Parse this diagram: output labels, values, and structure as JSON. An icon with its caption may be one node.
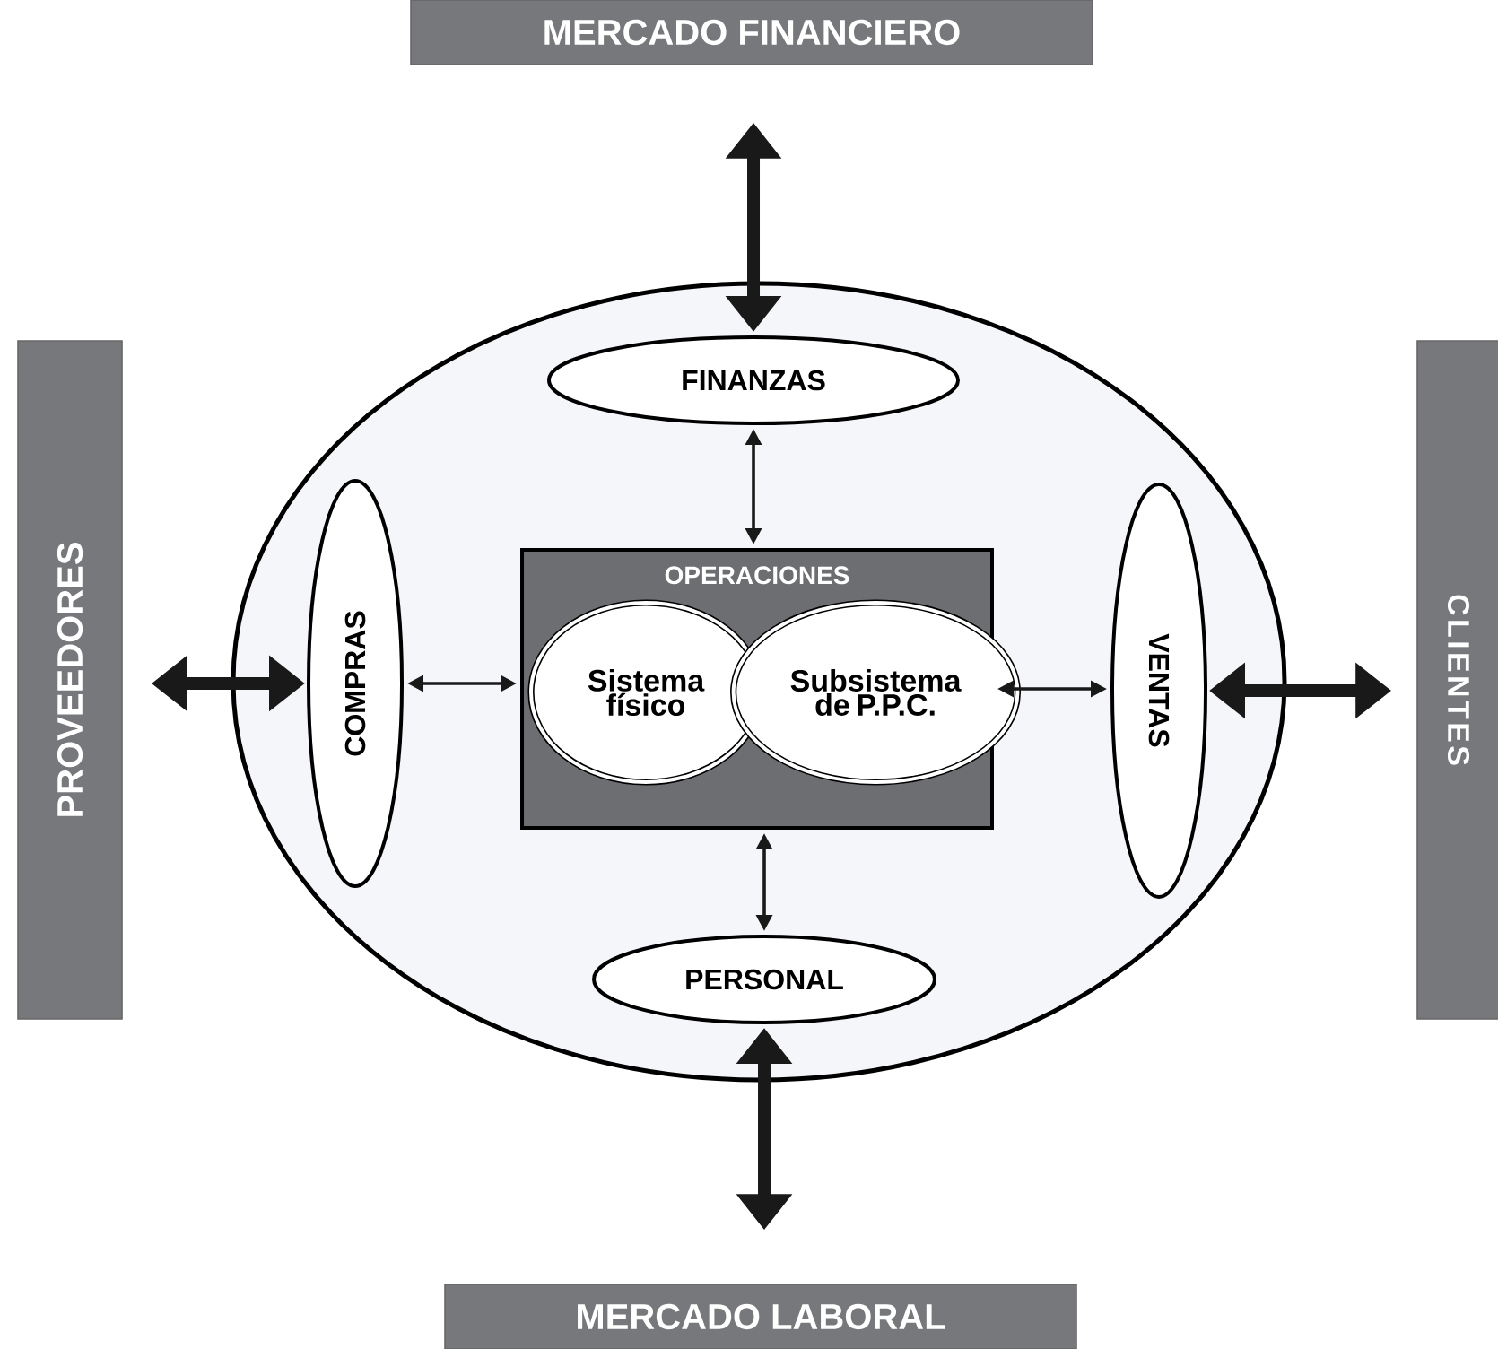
{
  "diagram": {
    "nodes": [
      {
        "text": [
          "MERCADO FINANCIERO"
        ]
      },
      {
        "text": [
          "PROVEEDORES"
        ]
      },
      {
        "text": [
          "CLIENTES"
        ]
      },
      {
        "text": [
          "MERCADO LABORAL"
        ]
      },
      {
        "text": [],
        "shape": "ellipse"
      },
      {
        "text": [
          "FINANZAS"
        ],
        "in": 4
      },
      {
        "text": [
          "COMPRAS"
        ],
        "in": 4
      },
      {
        "text": [
          "OPERACIONES"
        ],
        "in": 4
      },
      {
        "text": [
          "Sistema físico"
        ],
        "in": 7
      },
      {
        "text": [
          "Subsistema de P.P.C."
        ],
        "in": 7
      },
      {
        "text": [
          "VENTAS"
        ],
        "in": 4
      },
      {
        "text": [
          "PERSONAL"
        ],
        "in": 4
      }
    ],
    "edges": [
      {
        "from": 0,
        "to": 5,
        "arrow": "both",
        "style": "thick"
      },
      {
        "from": 1,
        "to": 6,
        "arrow": "both",
        "style": "thick"
      },
      {
        "from": 10,
        "to": 2,
        "arrow": "both",
        "style": "thick"
      },
      {
        "from": 11,
        "to": 3,
        "arrow": "both",
        "style": "thick"
      },
      {
        "from": 5,
        "to": 7,
        "arrow": "both"
      },
      {
        "from": 6,
        "to": 7,
        "arrow": "both"
      },
      {
        "from": 7,
        "to": 10,
        "arrow": "both"
      },
      {
        "from": 7,
        "to": 11,
        "arrow": "both"
      }
    ]
  }
}
